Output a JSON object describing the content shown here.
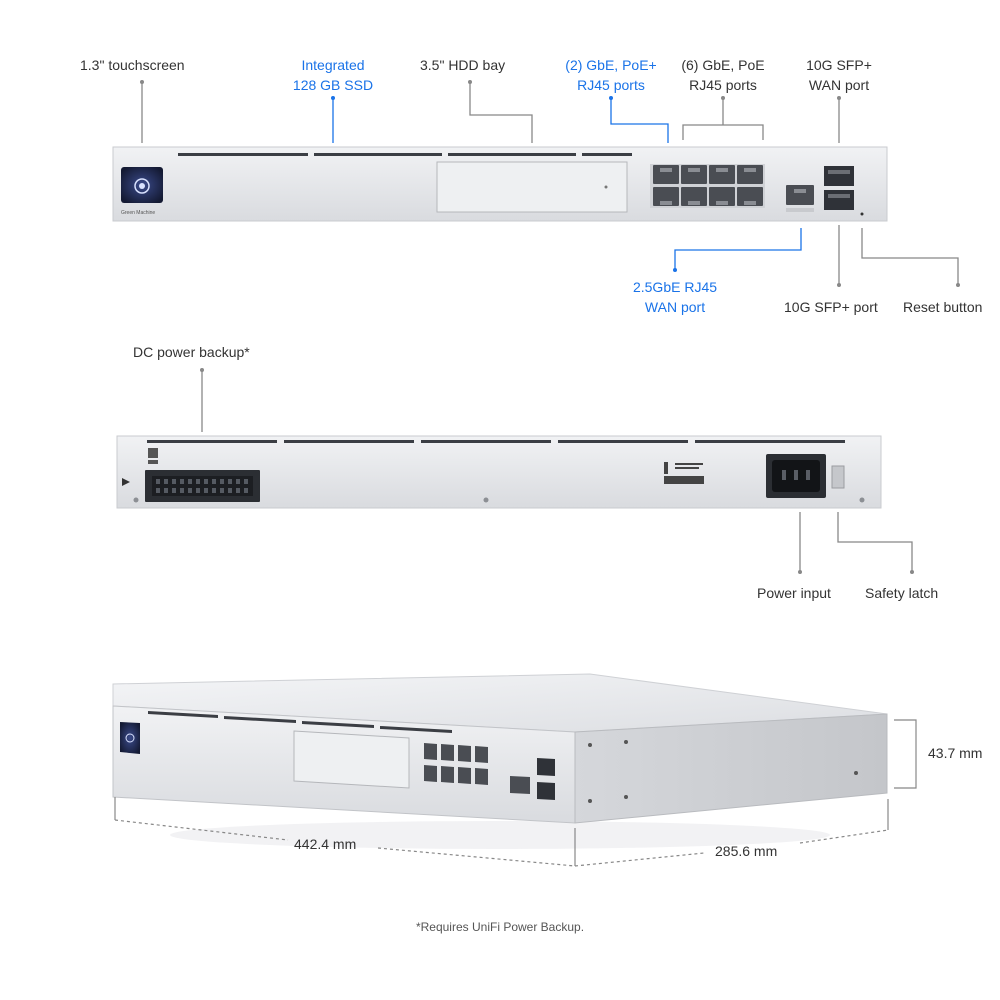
{
  "labels": {
    "front": {
      "touchscreen": "1.3\" touchscreen",
      "ssd": [
        "Integrated",
        "128 GB SSD"
      ],
      "hdd_bay": "3.5\" HDD bay",
      "poe_plus": [
        "(2) GbE, PoE+",
        "RJ45 ports"
      ],
      "poe": [
        "(6) GbE, PoE",
        "RJ45 ports"
      ],
      "sfp_wan": [
        "10G SFP+",
        "WAN port"
      ],
      "wan_25": [
        "2.5GbE RJ45",
        "WAN port"
      ],
      "sfp_port": "10G SFP+ port",
      "reset": "Reset button"
    },
    "back": {
      "dc_backup": "DC power backup*",
      "power_input": "Power input",
      "safety_latch": "Safety latch"
    },
    "dimensions": {
      "width": "442.4 mm",
      "depth": "285.6 mm",
      "height": "43.7 mm"
    }
  },
  "device": {
    "brand_text": "Green Machine"
  },
  "footnote": "*Requires UniFi Power Backup.",
  "colors": {
    "accent": "#1a73e8",
    "text": "#333333",
    "callout_line": "#888888",
    "chassis": "#e3e5e8"
  }
}
